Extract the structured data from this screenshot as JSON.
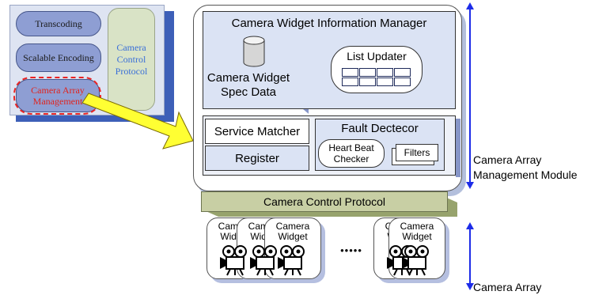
{
  "left_panel": {
    "items": [
      "Transcoding",
      "Scalable Encoding",
      "Camera Array Management"
    ],
    "protocol": "Camera Control Protocol"
  },
  "module": {
    "info_manager": {
      "title": "Camera Widget Information Manager",
      "spec_data": "Camera Widget Spec Data",
      "list_updater": "List Updater"
    },
    "service_matcher": "Service Matcher",
    "register": "Register",
    "fault_detector": {
      "title": "Fault Dectecor",
      "heartbeat": "Heart Beat Checker",
      "filters": "Filters"
    }
  },
  "protocol_bar": "Camera Control Protocol",
  "widgets": {
    "label_line1": "Camera",
    "label_line2": "Widget",
    "dots": "•••••"
  },
  "side_labels": {
    "module": "Camera Array Management Module",
    "array": "Camera Array"
  },
  "colors": {
    "accent_blue": "#1d2ce8",
    "highlight_red": "#ea2424",
    "big_arrow_fill": "#ffff33"
  }
}
